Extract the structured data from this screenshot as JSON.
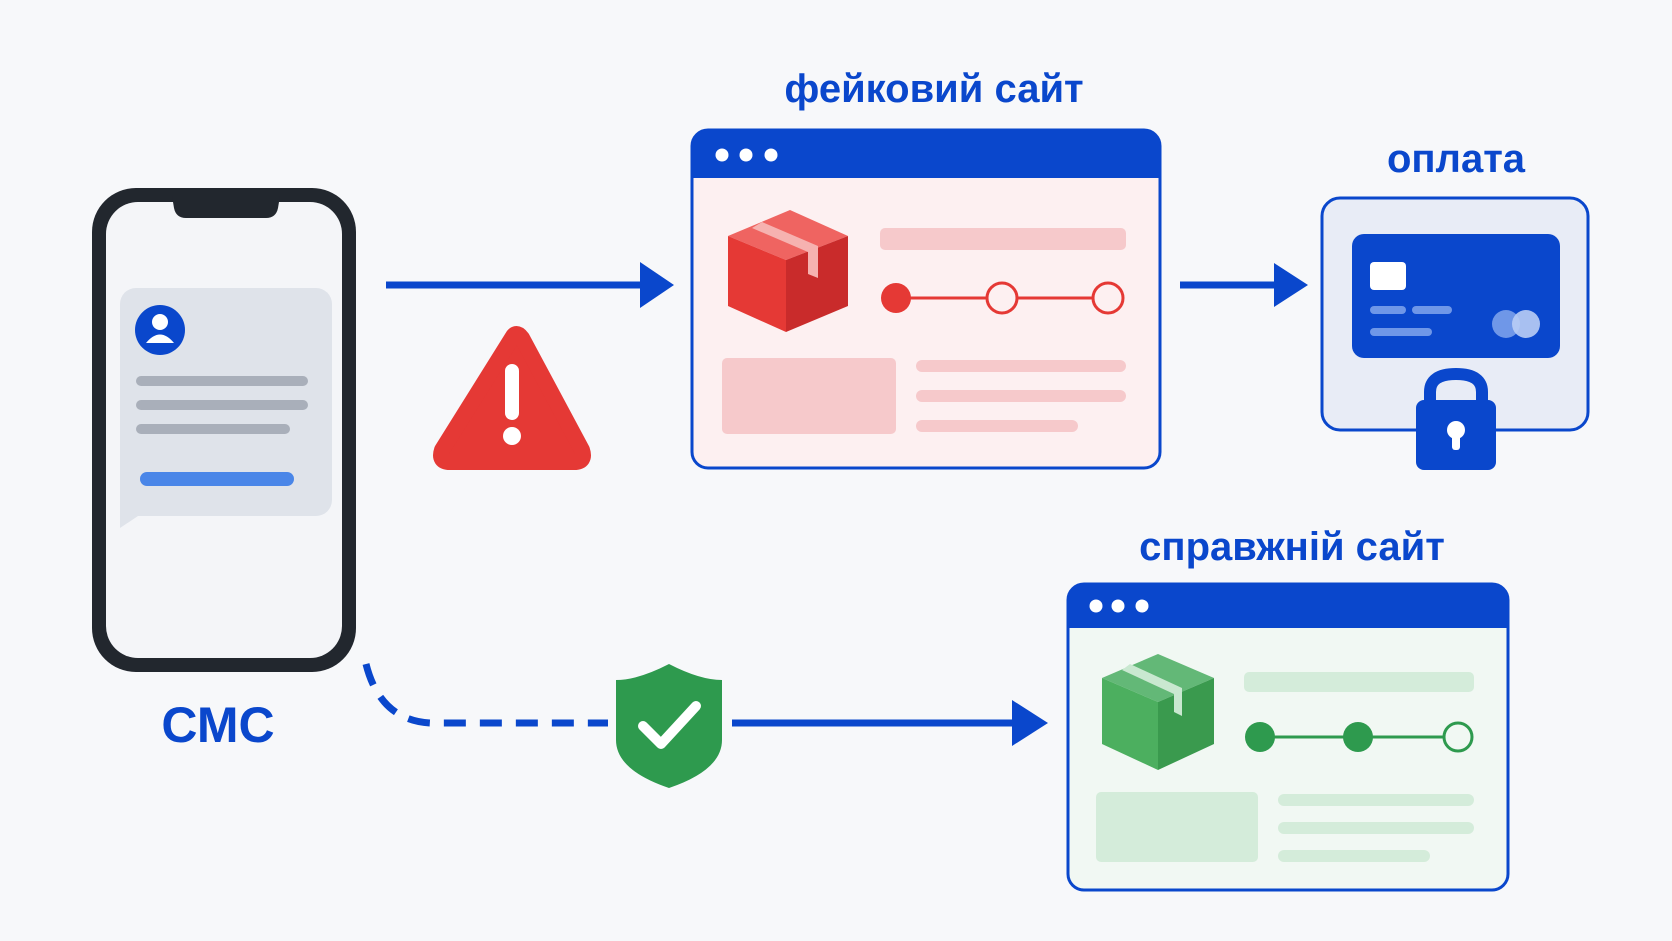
{
  "labels": {
    "phone": "СМС",
    "fake_site": "фейковий сайт",
    "payment": "оплата",
    "real_site": "справжній сайт"
  },
  "icons": {
    "phone": "smartphone-icon",
    "user": "user-avatar-icon",
    "warning": "warning-triangle-icon",
    "shield": "shield-check-icon",
    "package": "package-box-icon",
    "card": "credit-card-icon",
    "lock": "padlock-icon"
  },
  "colors": {
    "primary": "#0a47cc",
    "danger": "#e53935",
    "danger_light": "#f6c9cb",
    "success": "#2e9a4e",
    "success_light": "#d4ecda",
    "phone_frame": "#22272e",
    "background": "#f7f8fa"
  },
  "flows": [
    {
      "from": "phone",
      "to": "fake_site",
      "style": "solid",
      "marker": "warning"
    },
    {
      "from": "fake_site",
      "to": "payment",
      "style": "solid"
    },
    {
      "from": "phone",
      "to": "real_site",
      "style": "dashed-then-solid",
      "marker": "shield"
    }
  ],
  "progress": {
    "fake_site_completed_steps": 1,
    "real_site_completed_steps": 2,
    "total_steps": 3
  }
}
